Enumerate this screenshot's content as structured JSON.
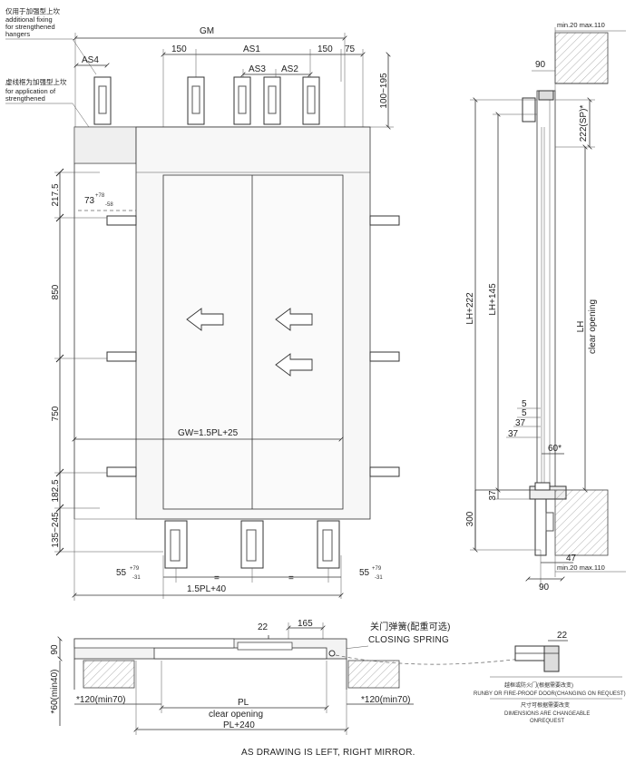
{
  "front_view": {
    "notes": {
      "fixing_cn": "仅用于加强型上坎",
      "fixing_en_1": "additional fixing",
      "fixing_en_2": "for strengthened",
      "fixing_en_3": "hangers",
      "dashed_cn": "虚线框为加强型上坎",
      "dashed_en_1": "for application of",
      "dashed_en_2": "strengthened"
    },
    "dims": {
      "gm": "GM",
      "as4": "AS4",
      "as1": "AS1",
      "as3": "AS3",
      "as2": "AS2",
      "d150_left": "150",
      "d150_right": "150",
      "d75": "75",
      "d100_195": "100~195",
      "d217_5": "217.5",
      "d73": "73",
      "d73_sup": "+78",
      "d73_sub": "-58",
      "d850": "850",
      "d750": "750",
      "d182_5": "182.5",
      "d135_245": "135~245",
      "gw": "GW=1.5PL+25",
      "d55_left": "55",
      "d55_right": "55",
      "d55_sup": "+79",
      "d55_sub": "-31",
      "eq1": "=",
      "eq2": "=",
      "d1_5pl40": "1.5PL+40"
    }
  },
  "side_view": {
    "dims": {
      "min20_top": "min.20 max.110",
      "d90_top": "90",
      "sp": "222(SP)*",
      "lh222": "LH+222",
      "lh145": "LH+145",
      "lh": "LH",
      "clear_opening": "clear opening",
      "d5a": "5",
      "d5b": "5",
      "d37a": "37",
      "d37b": "37",
      "d60": "60*",
      "d37c": "37",
      "d300": "300",
      "d47": "47",
      "min20_bottom": "min.20 max.110",
      "d90_bottom": "90"
    }
  },
  "plan_view": {
    "dims": {
      "d22": "22",
      "d165": "165",
      "d90": "90",
      "d60": "*60(min40)",
      "d120_left": "*120(min70)",
      "d120_right": "*120(min70)",
      "pl": "PL",
      "clear_opening": "clear opening",
      "pl240": "PL+240"
    },
    "spring_cn": "关门弹簧(配重可选)",
    "spring_en": "CLOSING SPRING"
  },
  "detail": {
    "d22": "22",
    "note_cn_1": "越框或防火门(根据需要改变)",
    "note_en_1": "RUNBY OR FIRE-PROOF DOOR(CHANGING ON REQUEST)",
    "note_cn_2": "尺寸可根据需要改变",
    "note_en_2": "DIMENSIONS ARE CHANGEABLE",
    "note_en_3": "ONREQUEST"
  },
  "footer": "AS DRAWING IS LEFT, RIGHT MIRROR."
}
